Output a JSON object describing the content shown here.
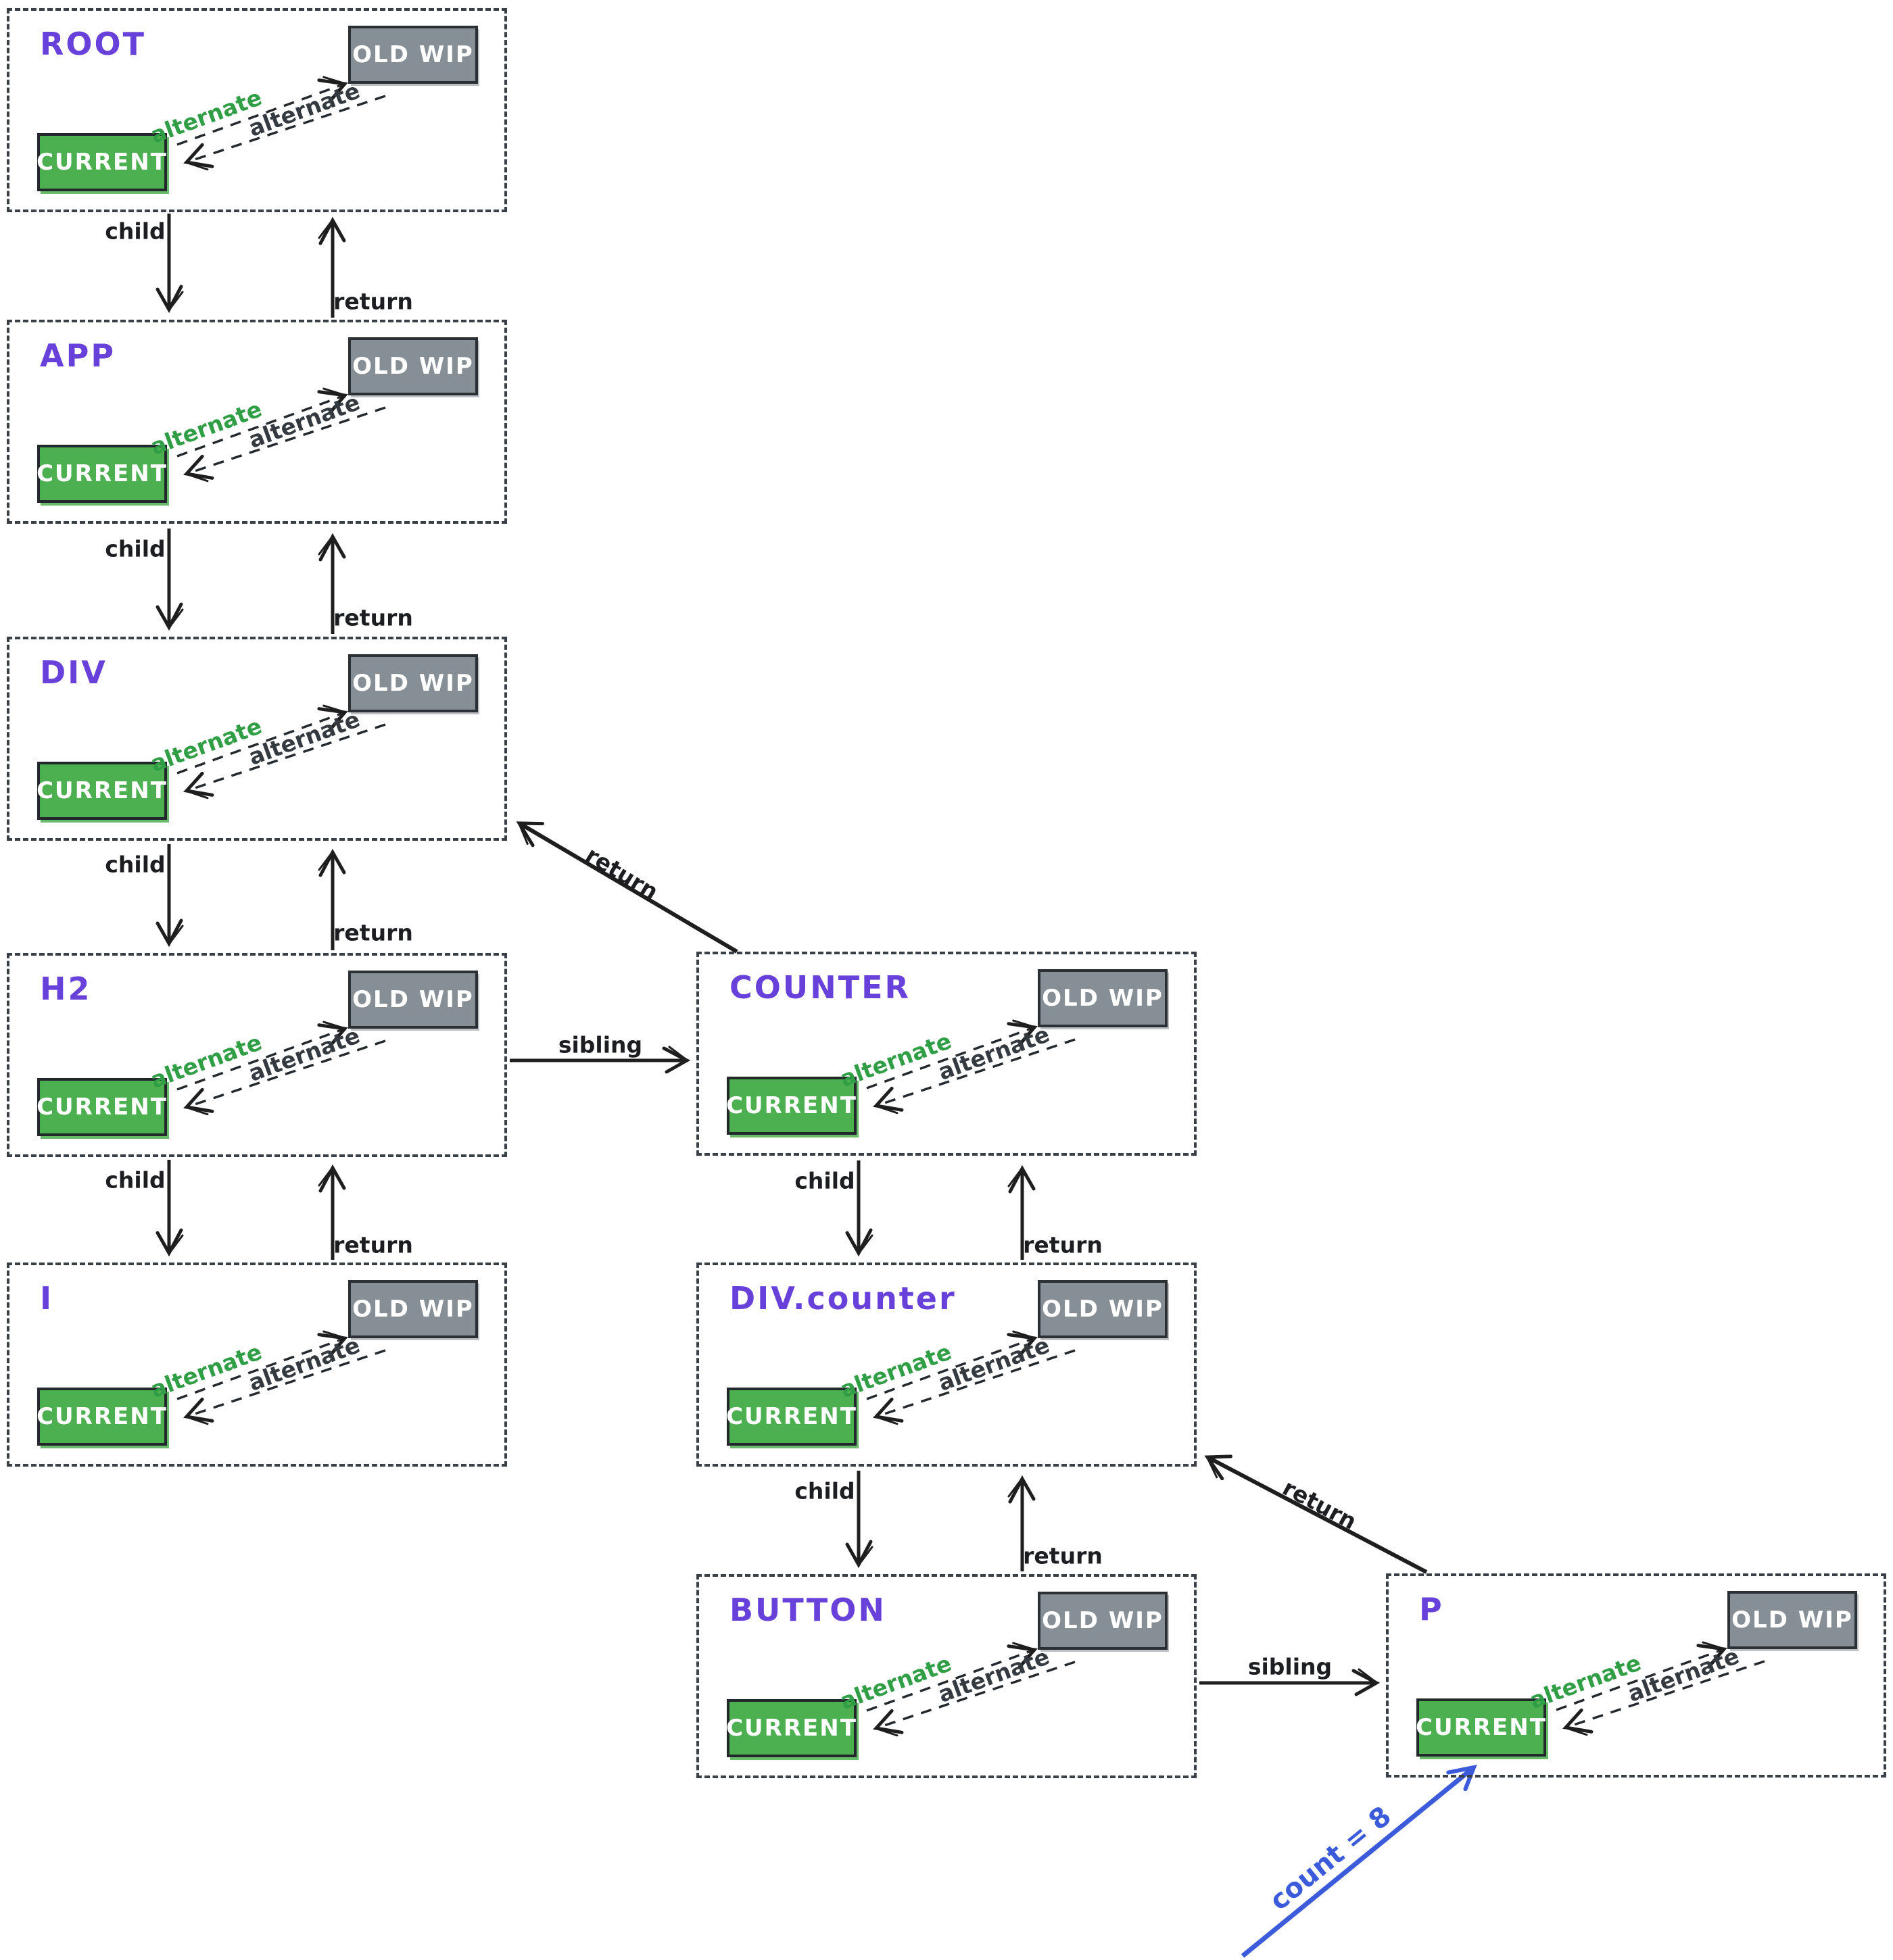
{
  "nodes": [
    {
      "title": "ROOT"
    },
    {
      "title": "APP"
    },
    {
      "title": "DIV"
    },
    {
      "title": "H2"
    },
    {
      "title": "I"
    },
    {
      "title": "COUNTER"
    },
    {
      "title": "DIV.counter"
    },
    {
      "title": "BUTTON"
    },
    {
      "title": "P"
    }
  ],
  "node_labels": {
    "current": "CURRENT",
    "old_wip": "OLD WIP",
    "alternate": "alternate"
  },
  "edge_labels": {
    "child": "child",
    "return": "return",
    "sibling": "sibling"
  },
  "annotations": {
    "count": "count = 8"
  },
  "colors": {
    "node_title_purple": "#6741d9",
    "current_fill_green": "#4caf50",
    "old_wip_fill_gray": "#868e96",
    "alternate_label_green": "#2f9e44",
    "alternate_label_dark": "#343a40",
    "arrow_ink": "#1e1e1e",
    "annotation_blue": "#3b5bdb",
    "box_dash_border": "#3a4046",
    "background": "#ffffff"
  }
}
